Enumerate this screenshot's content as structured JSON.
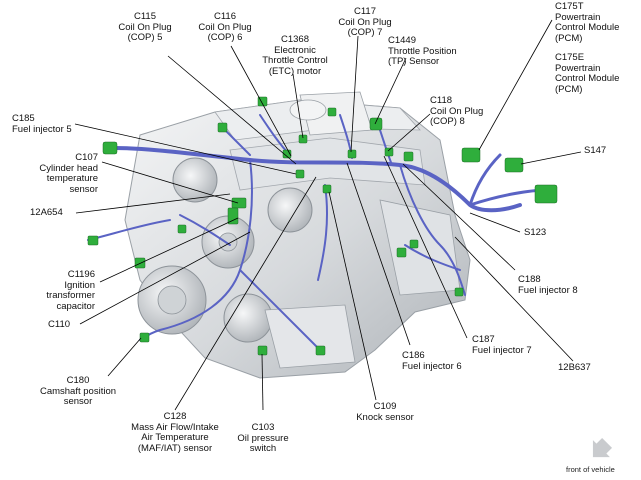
{
  "labels": {
    "c115": "C115\nCoil On Plug\n(COP) 5",
    "c116": "C116\nCoil On Plug\n(COP) 6",
    "c1368": "C1368\nElectronic\nThrottle Control\n(ETC) motor",
    "c117": "C117\nCoil On Plug\n(COP) 7",
    "c1449": "C1449\nThrottle Position\n(TP) Sensor",
    "c118": "C118\nCoil On Plug\n(COP) 8",
    "c175t": "C175T\nPowertrain\nControl Module\n(PCM)",
    "c175e": "C175E\nPowertrain\nControl Module\n(PCM)",
    "s147": "S147",
    "c185": "C185\nFuel injector 5",
    "c107": "C107\nCylinder head\ntemperature\nsensor",
    "12a654": "12A654",
    "c1196": "C1196\nIgnition\ntransformer\ncapacitor",
    "c110": "C110",
    "c180": "C180\nCamshaft position\nsensor",
    "c128": "C128\nMass Air Flow/Intake\nAir Temperature\n(MAF/IAT) sensor",
    "c103": "C103\nOil pressure\nswitch",
    "c109": "C109\nKnock sensor",
    "c186": "C186\nFuel injector 6",
    "c187": "C187\nFuel injector 7",
    "c188": "C188\nFuel injector 8",
    "s123": "S123",
    "12b637": "12B637"
  },
  "front_label": "front of vehicle",
  "colors": {
    "harness": "#5a63c4",
    "connector": "#2fae3c",
    "engine": "#d9dcdf",
    "leader": "#000000"
  }
}
